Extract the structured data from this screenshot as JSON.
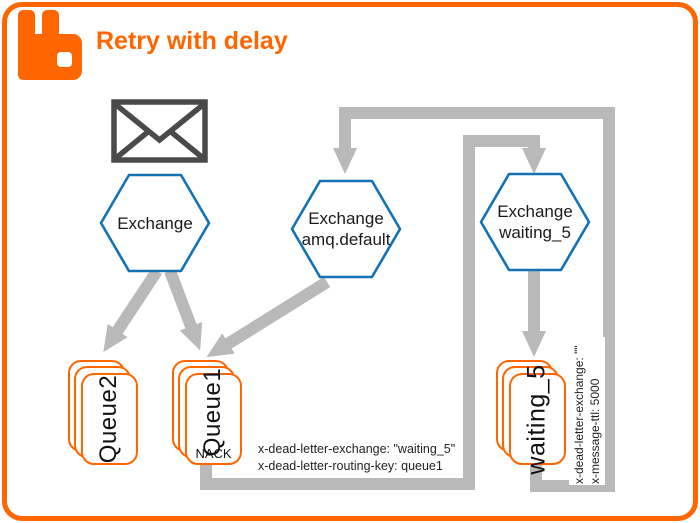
{
  "title": "Retry with delay",
  "colors": {
    "brand_orange": "#ff6600",
    "hexagon_blue": "#1272b4",
    "connector_gray": "#b9b9b9",
    "envelope_gray": "#4a4a4a"
  },
  "icons": {
    "logo": "rabbitmq-logo",
    "message": "envelope-icon"
  },
  "exchanges": [
    {
      "label": "Exchange",
      "sublabel": ""
    },
    {
      "label": "Exchange",
      "sublabel": "amq.default"
    },
    {
      "label": "Exchange",
      "sublabel": "waiting_5"
    }
  ],
  "queues": [
    {
      "label": "Queue2",
      "badge": ""
    },
    {
      "label": "Queue1",
      "badge": "NACK"
    },
    {
      "label": "waiting_5",
      "badge": ""
    }
  ],
  "annotations": {
    "center": {
      "line1": "x-dead-letter-exchange: \"waiting_5\"",
      "line2": "x-dead-letter-routing-key: queue1"
    },
    "right": {
      "line1": "x-dead-letter-exchange: \"\"",
      "line2": "x-message-ttl: 5000"
    }
  }
}
